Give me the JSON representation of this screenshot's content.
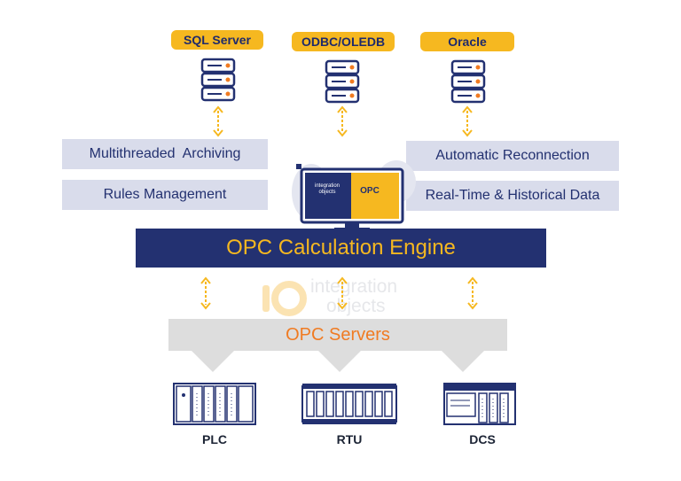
{
  "databases": [
    {
      "label": "SQL Server",
      "icon": "database-icon"
    },
    {
      "label": "ODBC/OLEDB",
      "icon": "database-icon"
    },
    {
      "label": "Oracle",
      "icon": "database-icon"
    }
  ],
  "features_left": [
    "Multithreaded  Archiving",
    "Rules Management"
  ],
  "features_right": [
    "Automatic Reconnection",
    "Real-Time & Historical Data"
  ],
  "monitor": {
    "logo_left": "integration objects",
    "logo_right": "OPC"
  },
  "engine": {
    "label": "OPC Calculation Engine"
  },
  "watermark": {
    "text_top": "integration",
    "text_bottom": "objects"
  },
  "servers": {
    "label": "OPC Servers"
  },
  "devices": [
    {
      "label": "PLC",
      "icon": "plc-icon"
    },
    {
      "label": "RTU",
      "icon": "rtu-icon"
    },
    {
      "label": "DCS",
      "icon": "dcs-icon"
    }
  ],
  "colors": {
    "navy": "#233171",
    "gold": "#f6b820",
    "orange": "#f07b22",
    "feature_bg": "#d9dceb",
    "servers_bg": "#dddddd"
  }
}
